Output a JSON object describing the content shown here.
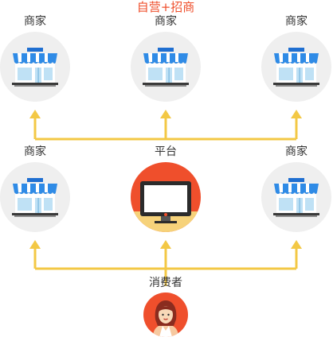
{
  "title": "自营+招商",
  "nodes": {
    "merchant_top_left": "商家",
    "merchant_top_center": "商家",
    "merchant_top_right": "商家",
    "merchant_mid_left": "商家",
    "platform": "平台",
    "merchant_mid_right": "商家",
    "consumer": "消费者"
  },
  "colors": {
    "title": "#ef4f2c",
    "arrow": "#f3c845",
    "node_bg": "#efefef",
    "accent": "#ef4f2c",
    "awning_blue": "#2f8be6"
  },
  "icons": {
    "merchant": "storefront-icon",
    "platform": "monitor-icon",
    "consumer": "person-icon"
  }
}
